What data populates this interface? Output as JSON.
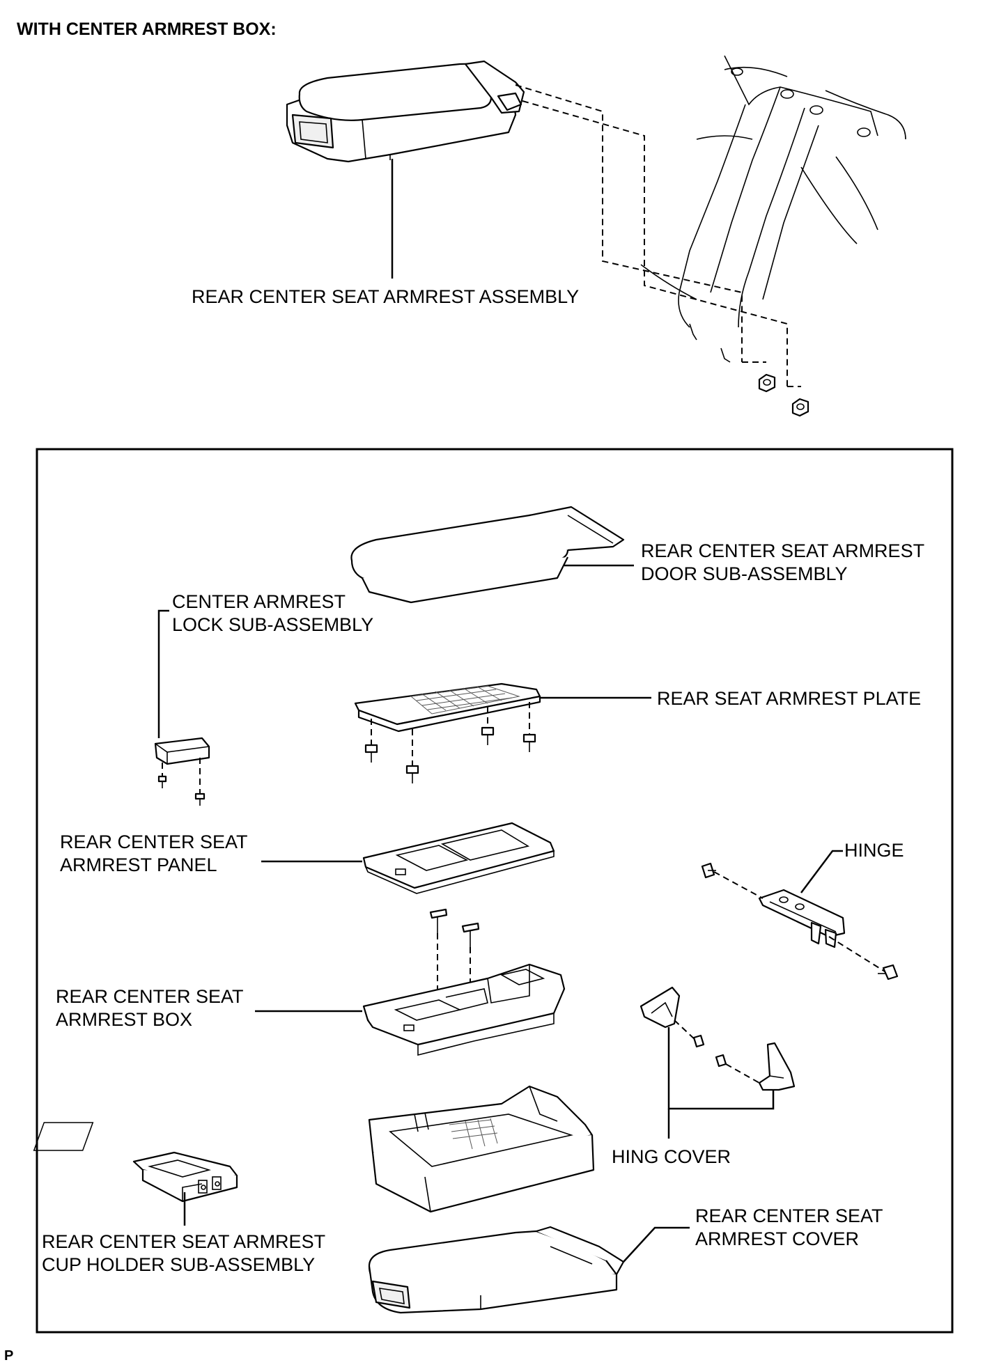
{
  "header": {
    "title": "WITH CENTER ARMREST BOX:"
  },
  "labels": {
    "armrest_assembly": "REAR CENTER SEAT ARMREST ASSEMBLY",
    "door_sub_line1": "REAR CENTER SEAT ARMREST",
    "door_sub_line2": "DOOR SUB-ASSEMBLY",
    "lock_line1": "CENTER ARMREST",
    "lock_line2": "LOCK SUB-ASSEMBLY",
    "plate": "REAR SEAT ARMREST PLATE",
    "panel_line1": "REAR CENTER SEAT",
    "panel_line2": "ARMREST PANEL",
    "hinge": "HINGE",
    "box_line1": "REAR CENTER SEAT",
    "box_line2": "ARMREST BOX",
    "hinge_cover": "HING COVER",
    "cover_line1": "REAR CENTER SEAT",
    "cover_line2": "ARMREST COVER",
    "cup_line1": "REAR CENTER SEAT ARMREST",
    "cup_line2": "CUP HOLDER SUB-ASSEMBLY"
  },
  "footer": {
    "code": "P"
  }
}
